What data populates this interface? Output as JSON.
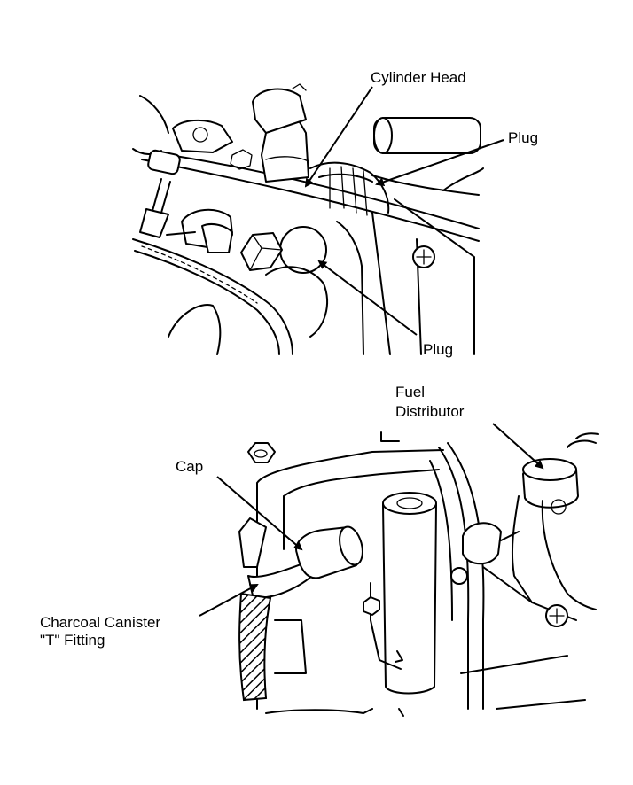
{
  "top_diagram": {
    "labels": {
      "cylinder_head": "Cylinder Head",
      "plug_upper": "Plug",
      "plug_lower": "Plug"
    }
  },
  "bottom_diagram": {
    "labels": {
      "fuel_distributor_line1": "Fuel",
      "fuel_distributor_line2": "Distributor",
      "cap": "Cap",
      "charcoal_line1": "Charcoal Canister",
      "charcoal_line2": "\"T\" Fitting"
    }
  }
}
